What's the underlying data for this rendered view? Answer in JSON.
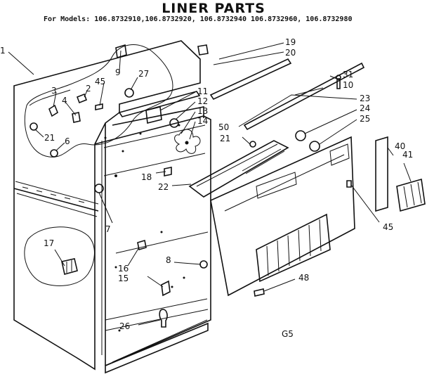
{
  "title": "LINER PARTS",
  "subtitle": "For Models: 106.8732910,106.8732920, 106.8732940 106.8732960, 106.8732980",
  "figure_code": "G5",
  "callouts": {
    "c1": "1",
    "c2": "2",
    "c3": "3",
    "c4": "4",
    "c6": "6",
    "c7": "7",
    "c8": "8",
    "c9": "9",
    "c10": "10",
    "c11": "11",
    "c12": "12",
    "c13": "13",
    "c14": "14",
    "c15": "15",
    "c16": "16",
    "c17": "17",
    "c18": "18",
    "c19": "19",
    "c20": "20",
    "c21a": "21",
    "c21b": "21",
    "c22": "22",
    "c23": "23",
    "c24": "24",
    "c25": "25",
    "c26": "26",
    "c27": "27",
    "c31": "31",
    "c40": "40",
    "c41": "41",
    "c45a": "45",
    "c45b": "45",
    "c48": "48",
    "c50": "50"
  }
}
